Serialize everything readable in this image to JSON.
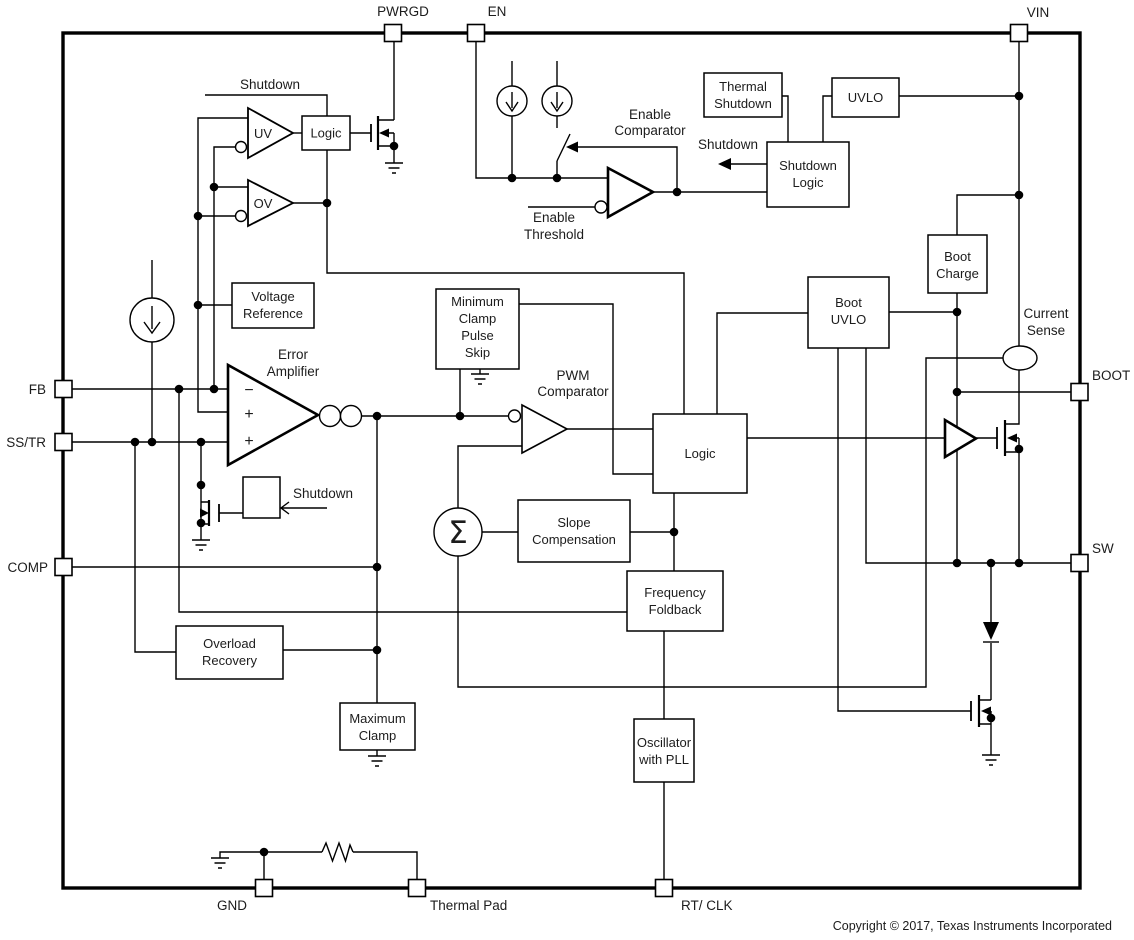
{
  "diagram": {
    "pins": {
      "pwrgd": "PWRGD",
      "en": "EN",
      "vin": "VIN",
      "fb": "FB",
      "ss_tr": "SS/TR",
      "comp": "COMP",
      "boot": "BOOT",
      "sw": "SW",
      "gnd": "GND",
      "thermal_pad": "Thermal Pad",
      "rt_clk": "RT/ CLK"
    },
    "blocks": {
      "uv_logic": [
        "Logic"
      ],
      "thermal_shutdown": [
        "Thermal",
        "Shutdown"
      ],
      "uvlo": [
        "UVLO"
      ],
      "shutdown_logic": [
        "Shutdown",
        "Logic"
      ],
      "voltage_reference": [
        "Voltage",
        "Reference"
      ],
      "minimum_clamp": [
        "Minimum",
        "Clamp",
        "Pulse",
        "Skip"
      ],
      "boot_charge": [
        "Boot",
        "Charge"
      ],
      "boot_uvlo": [
        "Boot",
        "UVLO"
      ],
      "main_logic": [
        "Logic"
      ],
      "slope_compensation": [
        "Slope",
        "Compensation"
      ],
      "frequency_foldback": [
        "Frequency",
        "Foldback"
      ],
      "overload_recovery": [
        "Overload",
        "Recovery"
      ],
      "maximum_clamp": [
        "Maximum",
        "Clamp"
      ],
      "oscillator": [
        "Oscillator",
        "with PLL"
      ]
    },
    "comparators": {
      "uv": "UV",
      "ov": "OV"
    },
    "labels": {
      "shutdown_top": "Shutdown",
      "enable_comparator": [
        "Enable",
        "Comparator"
      ],
      "enable_threshold": [
        "Enable",
        "Threshold"
      ],
      "shutdown_signal": "Shutdown",
      "shutdown_ea": "Shutdown",
      "error_amplifier": [
        "Error",
        "Amplifier"
      ],
      "pwm_comparator": [
        "PWM",
        "Comparator"
      ],
      "current_sense": [
        "Current",
        "Sense"
      ],
      "sigma": "Σ",
      "ea_minus": "−",
      "ea_plus_mid": "+",
      "ea_plus_bot": "+"
    },
    "footer": {
      "copyright": "Copyright © 2017, Texas Instruments Incorporated"
    },
    "colors": {
      "line": "#000000",
      "background": "#ffffff"
    }
  }
}
